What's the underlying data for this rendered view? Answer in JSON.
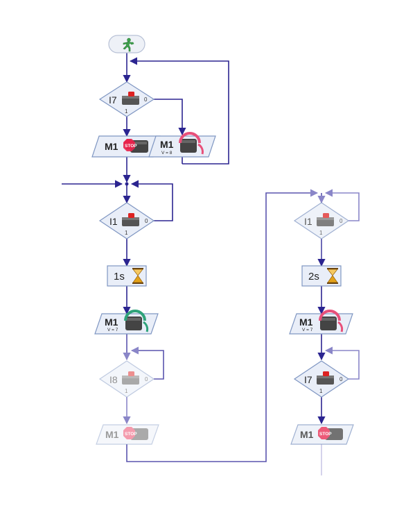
{
  "colors": {
    "line": "#2b2490",
    "line_faded": "#8a86c8",
    "shape_fill": "#e9eef8",
    "shape_stroke": "#7f96c2",
    "stop": "#e8244c",
    "ccw": "#e8507a",
    "cw": "#2fa37a",
    "start": "#3fa34d",
    "hourglass": "#e3a21a"
  },
  "diagram": {
    "start": {
      "icon": "running-figure-icon"
    },
    "branch_i7_top": {
      "input": "I7",
      "out_right": "0",
      "out_bottom": "1"
    },
    "motor_stop_top": {
      "motor": "M1",
      "badge": "STOP"
    },
    "motor_ccw_top": {
      "motor": "M1",
      "speed": "V = 8"
    },
    "branch_i1_left": {
      "input": "I1",
      "out_right": "0",
      "out_bottom": "1"
    },
    "wait_left": {
      "duration": "1s"
    },
    "motor_cw_left": {
      "motor": "M1",
      "speed": "V = 7"
    },
    "branch_i8_left": {
      "input": "I8",
      "out_right": "0",
      "out_bottom": "1"
    },
    "motor_stop_left": {
      "motor": "M1",
      "badge": "STOP"
    },
    "branch_i1_right": {
      "input": "I1",
      "out_right": "0",
      "out_bottom": "1"
    },
    "wait_right": {
      "duration": "2s"
    },
    "motor_ccw_right": {
      "motor": "M1",
      "speed": "V = 7"
    },
    "branch_i7_right": {
      "input": "I7",
      "out_right": "0",
      "out_bottom": "1"
    },
    "motor_stop_right": {
      "motor": "M1",
      "badge": "STOP"
    }
  }
}
